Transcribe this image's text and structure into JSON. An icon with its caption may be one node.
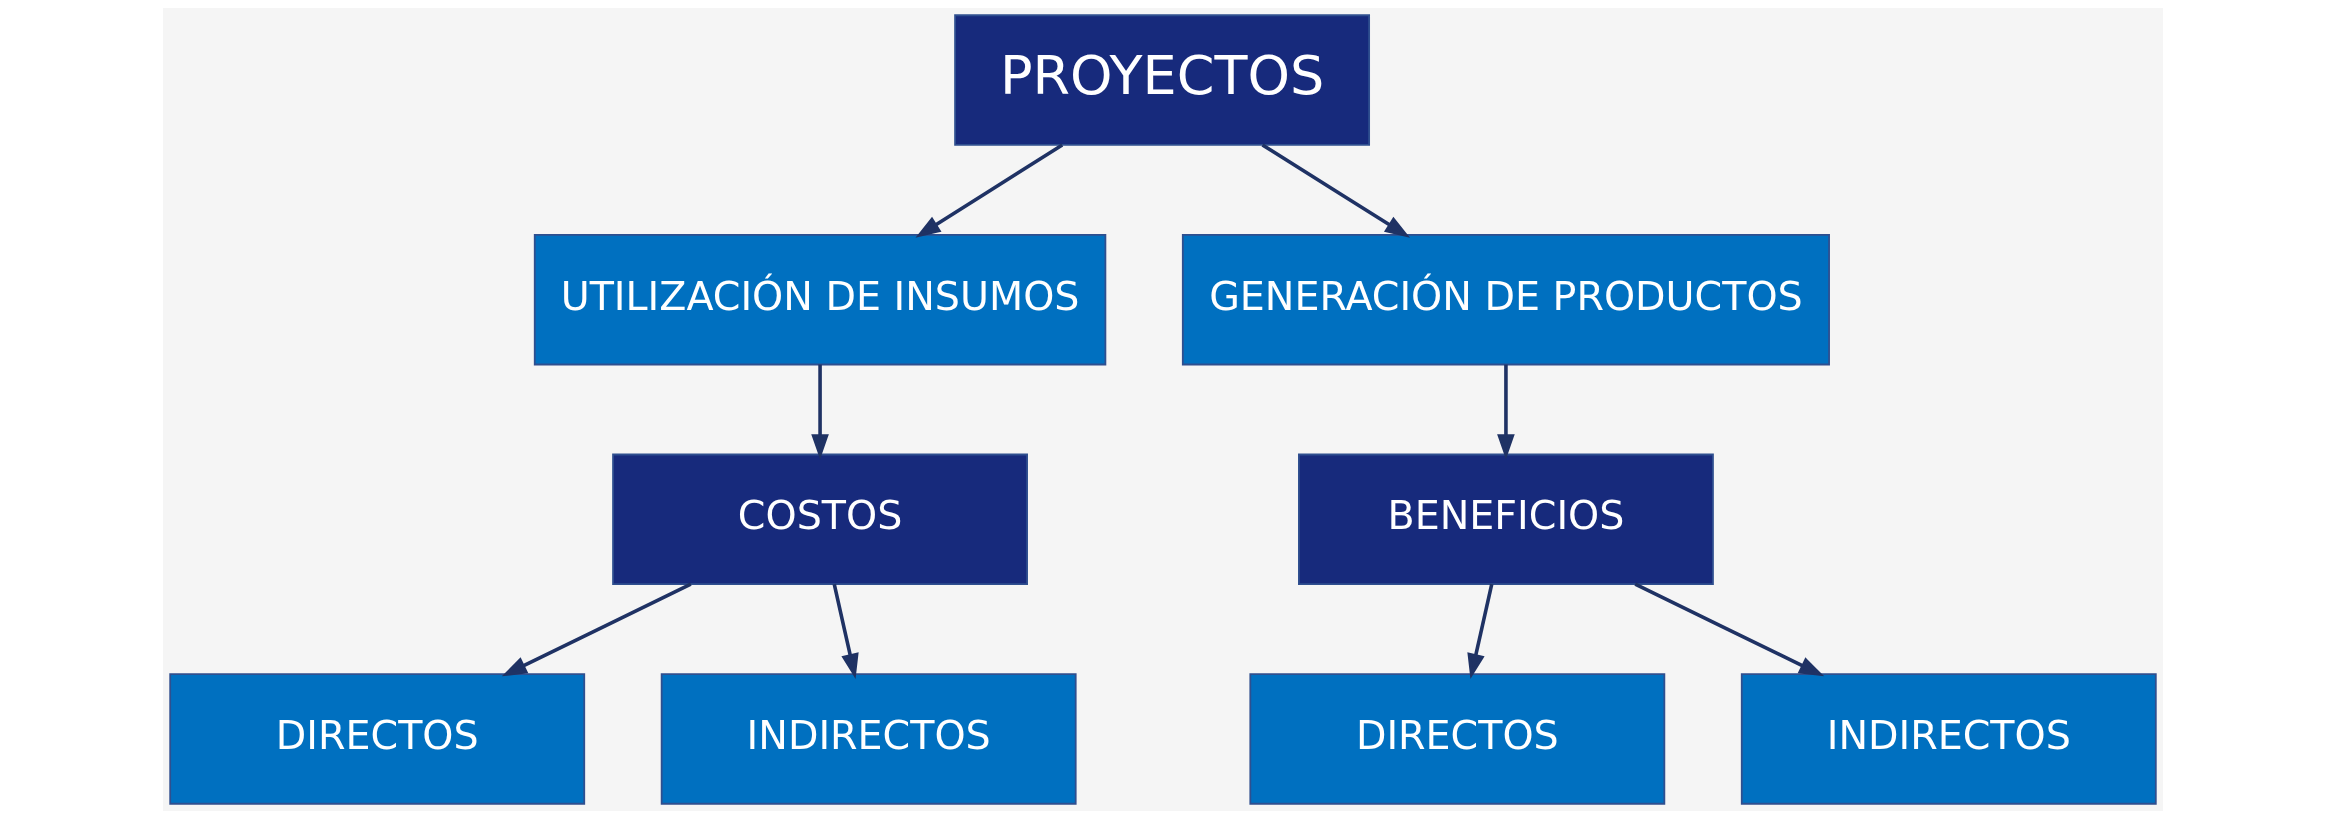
{
  "diagram": {
    "nodes": [
      {
        "text": [
          "PROYECTOS"
        ]
      },
      {
        "text": [
          "UTILIZACIÓN DE INSUMOS"
        ]
      },
      {
        "text": [
          "GENERACIÓN DE PRODUCTOS"
        ]
      },
      {
        "text": [
          "DIRECTOS"
        ]
      },
      {
        "text": [
          "COSTOS"
        ]
      },
      {
        "text": [
          "BENEFICIOS"
        ]
      },
      {
        "text": [
          "DIRECTOS"
        ]
      },
      {
        "text": [
          "INDIRECTOS"
        ]
      },
      {
        "text": [
          "INDIRECTOS"
        ]
      }
    ],
    "edges": [
      {
        "from": 0,
        "to": 1,
        "arrow": "to"
      },
      {
        "from": 0,
        "to": 2,
        "arrow": "to"
      },
      {
        "from": 1,
        "to": 4,
        "arrow": "to"
      },
      {
        "from": 2,
        "to": 5,
        "arrow": "to"
      },
      {
        "from": 4,
        "to": 3,
        "arrow": "to"
      },
      {
        "from": 4,
        "to": 7,
        "arrow": "to"
      },
      {
        "from": 5,
        "to": 6,
        "arrow": "to"
      },
      {
        "from": 5,
        "to": 8,
        "arrow": "to"
      }
    ]
  }
}
